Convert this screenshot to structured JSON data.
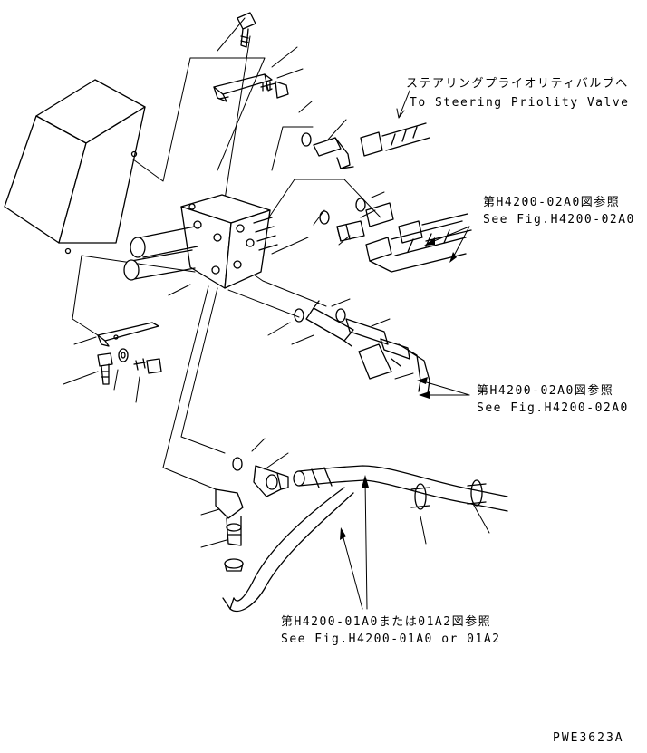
{
  "callouts": {
    "steering_jp": "ステアリングプライオリティバルブへ",
    "steering_en": "To Steering Priolity Valve",
    "fig_02a0_top_jp": "第H4200-02A0図参照",
    "fig_02a0_top_en": "See Fig.H4200-02A0",
    "fig_02a0_mid_jp": "第H4200-02A0図参照",
    "fig_02a0_mid_en": "See Fig.H4200-02A0",
    "fig_01a0_jp": "第H4200-01A0または01A2図参照",
    "fig_01a0_en": "See Fig.H4200-01A0 or 01A2"
  },
  "drawing_code": "PWE3623A"
}
